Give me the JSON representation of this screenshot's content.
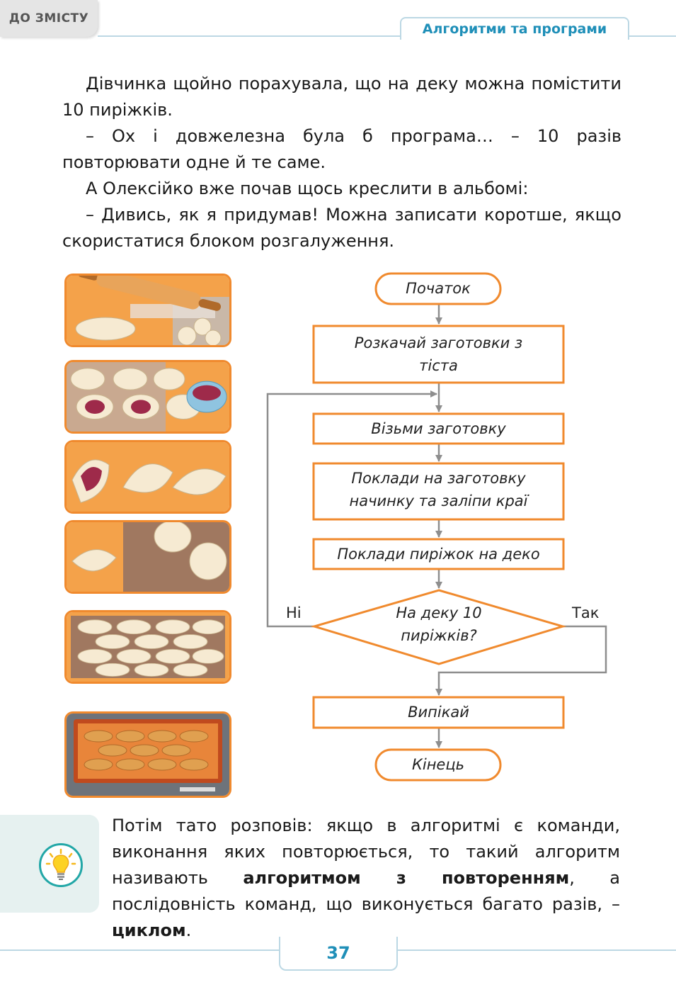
{
  "header": {
    "toc_label": "ДО ЗМІСТУ",
    "section_title": "Алгоритми та програми"
  },
  "paragraphs": [
    "Дівчинка щойно порахувала, що на деку можна помістити 10 пиріжків.",
    "– Ох і довжелезна була б програма… – 10 разів повторювати одне й те саме.",
    "А Олексійко вже почав щось креслити в альбомі:",
    "– Дивись, як я придумав! Можна записати коротше, якщо скористатися блоком розгалуження."
  ],
  "flowchart": {
    "start": "Початок",
    "step1": "Розкачай заготовки з тіста",
    "step2": "Візьми заготовку",
    "step3": "Поклади на заготовку начинку та заліпи краї",
    "step4": "Поклади пиріжок на деко",
    "condition": "На деку 10 пиріжків?",
    "no_label": "Ні",
    "yes_label": "Так",
    "step5": "Випікай",
    "end": "Кінець"
  },
  "info": {
    "part1": "Потім тато розповів: якщо в алгоритмі є команди, виконання яких повторюється, то такий алгоритм називають ",
    "term1": "алгоритмом з повторенням",
    "part2": ", а послідовність команд, що виконується багато разів, – ",
    "term2": "циклом",
    "part3": "."
  },
  "page_number": "37",
  "colors": {
    "accent_orange": "#f08a2e",
    "accent_blue": "#1f8fb8",
    "bulb_teal": "#22a7a7",
    "info_bg": "#e6f1f0"
  }
}
